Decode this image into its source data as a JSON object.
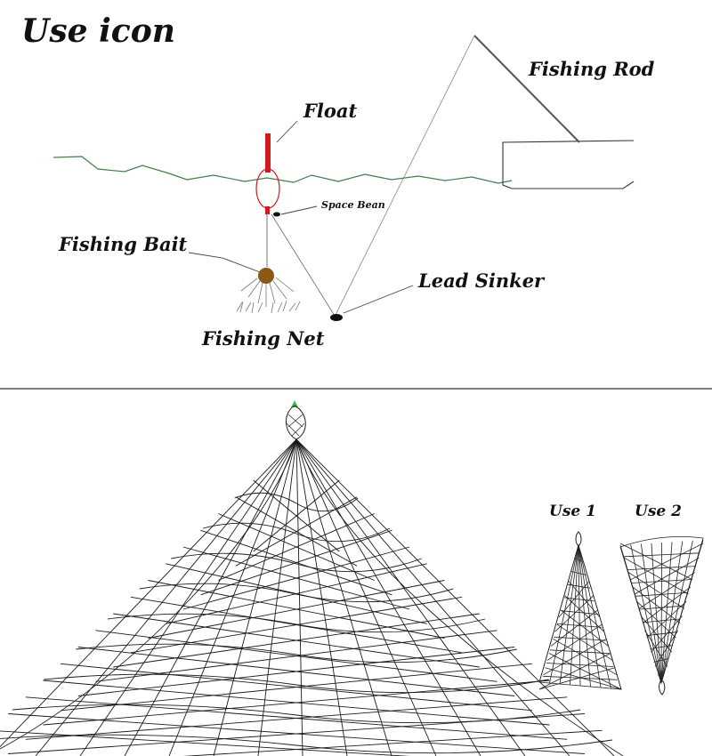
{
  "title": "Use icon",
  "labels": {
    "fishing_rod": "Fishing Rod",
    "float": "Float",
    "space_bean": "Space Bean",
    "fishing_bait": "Fishing Bait",
    "lead_sinker": "Lead Sinker",
    "fishing_net": "Fishing Net"
  },
  "usage": {
    "use1": "Use 1",
    "use2": "Use 2"
  },
  "colors": {
    "water": "#3f7f4a",
    "float": "#d11a1a",
    "bait": "#8a5a16",
    "net": "#1b1b1b",
    "tip": "#3fbf4f"
  }
}
